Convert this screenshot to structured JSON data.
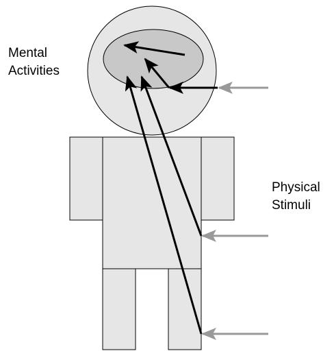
{
  "labels": {
    "mental": [
      "Mental",
      "Activities"
    ],
    "physical": [
      "Physical",
      "Stimuli"
    ]
  },
  "colors": {
    "body_fill": "#e6e6e6",
    "mind_fill": "#c8c8c8",
    "outline": "#000000",
    "internal_arrow": "#000000",
    "external_arrow": "#999999"
  }
}
